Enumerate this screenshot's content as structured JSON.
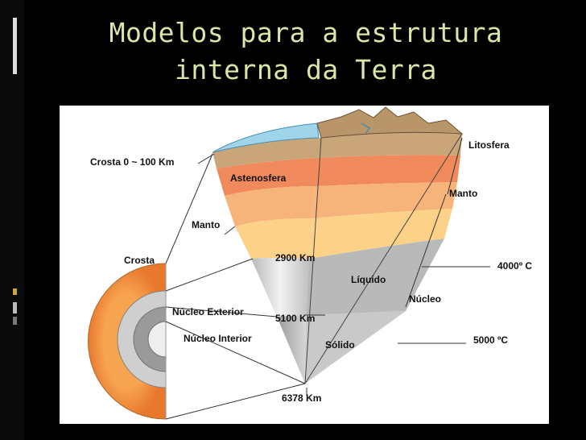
{
  "slide": {
    "title_line1": "Modelos para a estrutura",
    "title_line2": "interna da Terra",
    "title_color": "#d8e7a8",
    "background_color": "#000000"
  },
  "diagram": {
    "labels": {
      "crosta_range": "Crosta 0 ~ 100 Km",
      "litosfera": "Litosfera",
      "astenosfera": "Astenosfera",
      "manto_right": "Manto",
      "manto_left": "Manto",
      "crosta": "Crosta",
      "depth_2900": "2900 Km",
      "temp_4000": "4000º C",
      "liquido": "Líquido",
      "nucleo_exterior": "Núcleo Exterior",
      "nucleo": "Núcleo",
      "depth_5100": "5100 Km",
      "nucleo_interior": "Núcleo Interior",
      "solido": "Sólido",
      "temp_5000": "5000 ºC",
      "depth_6378": "6378 Km"
    },
    "colors": {
      "ocean": "#9fd4ea",
      "crust": "#c9a57a",
      "astenosfera": "#f08a5d",
      "manto_upper": "#f7b47a",
      "manto_lower": "#fcd289",
      "nucleo_liquido": "#c6c6c6",
      "nucleo_solido": "#a8a8a8"
    }
  }
}
